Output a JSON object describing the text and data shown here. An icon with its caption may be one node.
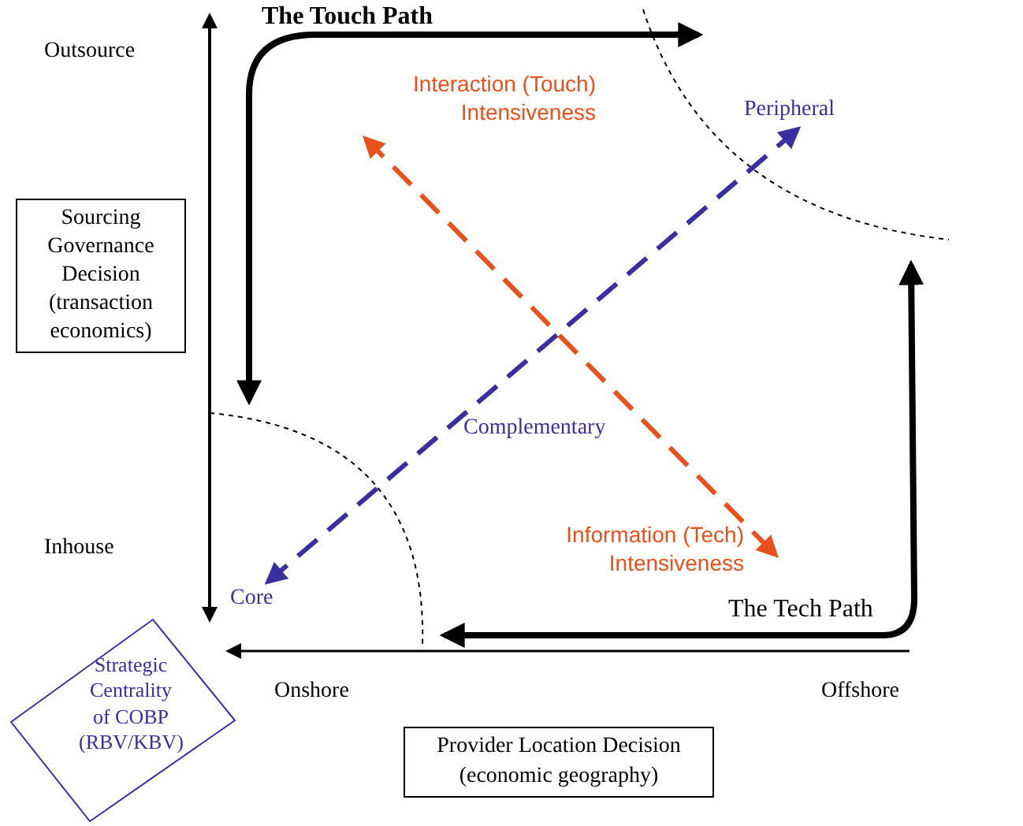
{
  "diagram": {
    "nodes": [
      {
        "text": [
          "Sourcing Governance Decision (transaction economics)"
        ]
      },
      {
        "text": [
          "Provider Location Decision (economic geography)"
        ]
      },
      {
        "text": [
          "Strategic Centrality of COBP (RBV/KBV)"
        ]
      },
      {
        "text": [
          "Interaction (Touch) Intensiveness"
        ]
      },
      {
        "text": [
          "Information (Tech) Intensiveness"
        ]
      },
      {
        "text": [
          "Peripheral"
        ]
      },
      {
        "text": [
          "Core"
        ]
      }
    ],
    "edges": [
      {
        "from": 3,
        "to": 4,
        "arrow": "both",
        "style": "dashed",
        "color": "#e8501c"
      },
      {
        "from": 6,
        "to": 5,
        "arrow": "both",
        "style": "dashed",
        "color": "#3a2fa0"
      }
    ],
    "labels": [
      "The Touch Path",
      "Outsource",
      "Complementary",
      "Inhouse",
      "The Tech Path",
      "Onshore",
      "Offshore"
    ]
  }
}
